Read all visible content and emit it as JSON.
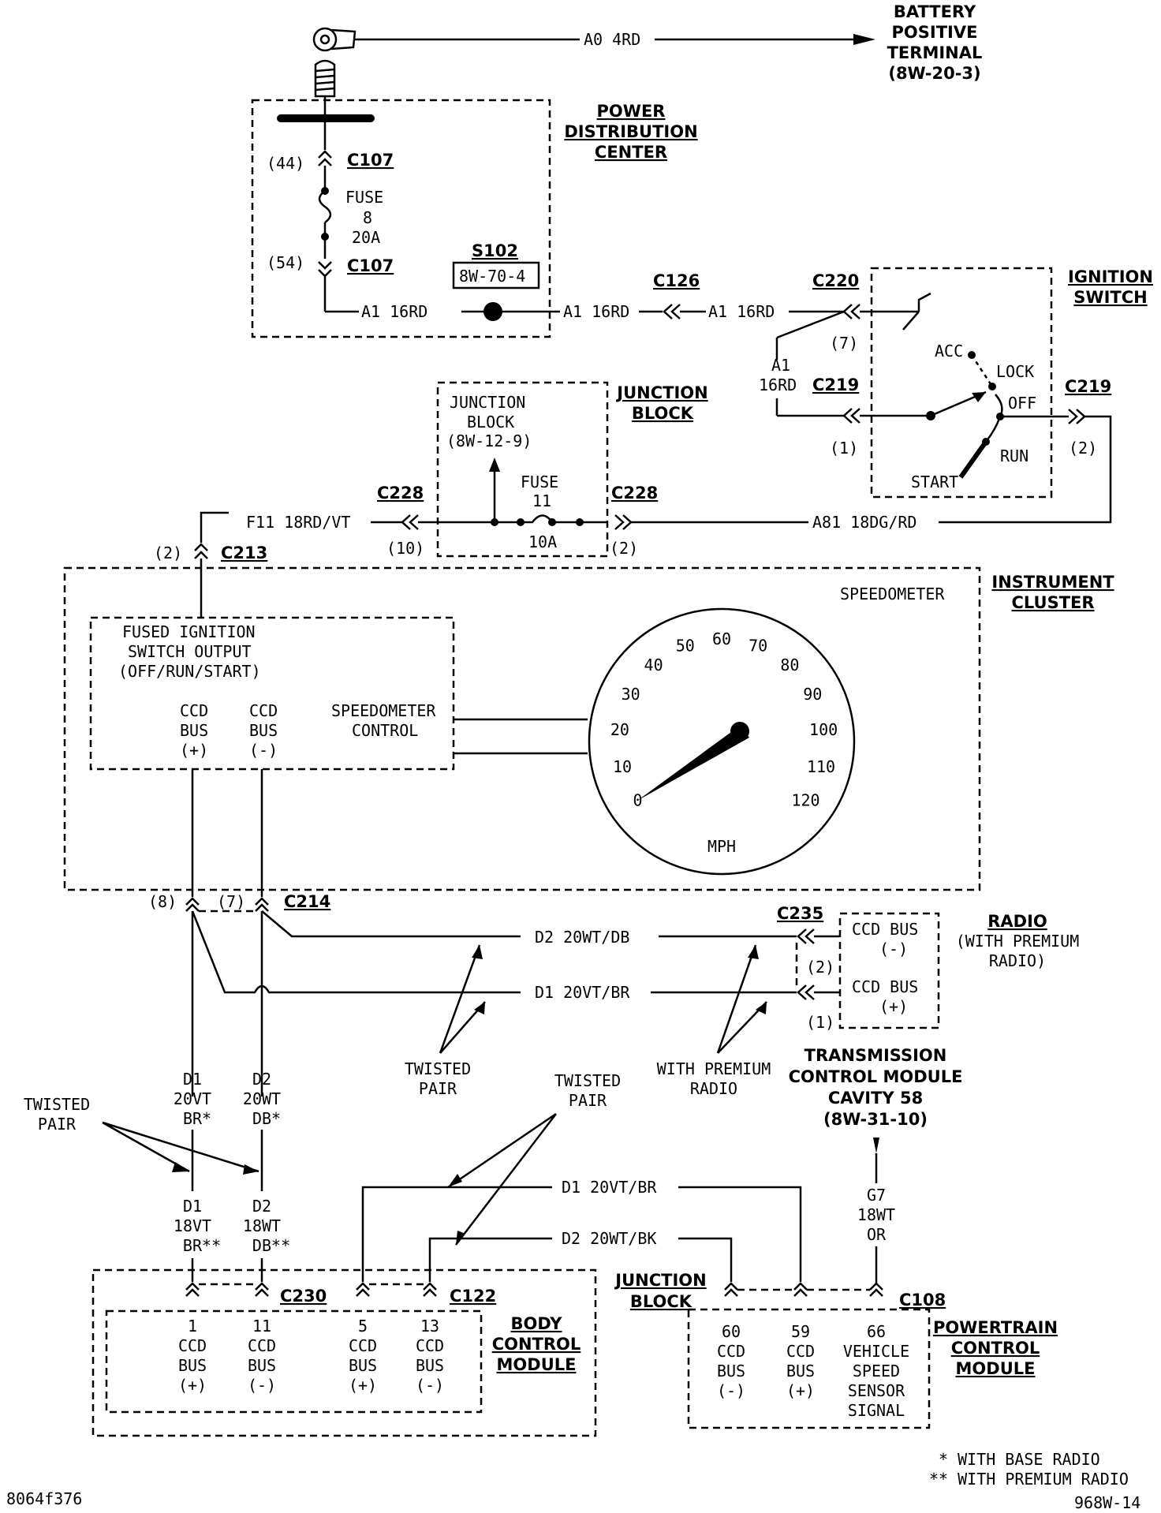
{
  "battery": {
    "l1": "BATTERY",
    "l2": "POSITIVE",
    "l3": "TERMINAL",
    "l4": "(8W-20-3)",
    "wire": "A0  4RD"
  },
  "pdc": {
    "l1": "POWER",
    "l2": "DISTRIBUTION",
    "l3": "CENTER",
    "c107a": "C107",
    "c107b": "C107",
    "pin44": "(44)",
    "pin54": "(54)",
    "fuse1": "FUSE",
    "fuse2": "8",
    "fuse3": "20A",
    "s102": "S102",
    "s102ref": "8W-70-4"
  },
  "wires": {
    "a1a": "A1  16RD",
    "a1b": "A1  16RD",
    "a1c": "A1  16RD",
    "a1d1": "A1",
    "a1d2": "16RD",
    "f11": "F11  18RD/VT",
    "a81": "A81  18DG/RD",
    "d2top": "D2  20WT/DB",
    "d1top": "D1  20VT/BR",
    "d1bot": "D1  20VT/BR",
    "d2bot": "D2  20WT/BK",
    "g7a": "G7",
    "g7b": "18WT",
    "g7c": "OR"
  },
  "connectors": {
    "c126": "C126",
    "c220": "C220",
    "c219a": "C219",
    "c219b": "C219",
    "c228a": "C228",
    "c228b": "C228",
    "c213": "C213",
    "c214": "C214",
    "c235": "C235",
    "c230": "C230",
    "c122": "C122",
    "c108": "C108"
  },
  "pins": {
    "p7": "(7)",
    "p1": "(1)",
    "p2": "(2)",
    "p10": "(10)",
    "p2b": "(2)",
    "p2c": "(2)",
    "p8": "(8)",
    "p7b": "(7)",
    "p2d": "(2)",
    "p1b": "(1)"
  },
  "ignition": {
    "l1": "IGNITION",
    "l2": "SWITCH",
    "acc": "ACC",
    "lock": "LOCK",
    "off": "OFF",
    "run": "RUN",
    "start": "START"
  },
  "junction": {
    "l1": "JUNCTION",
    "l2": "BLOCK",
    "in1": "JUNCTION",
    "in2": "BLOCK",
    "in3": "(8W-12-9)",
    "fuse1": "FUSE",
    "fuse2": "11",
    "fuse3": "10A",
    "bot1": "JUNCTION",
    "bot2": "BLOCK"
  },
  "cluster": {
    "l1": "INSTRUMENT",
    "l2": "CLUSTER",
    "speedo": "SPEEDOMETER",
    "fso1": "FUSED IGNITION",
    "fso2": "SWITCH OUTPUT",
    "fso3": "(OFF/RUN/START)",
    "ccd1": "CCD",
    "ccd2": "BUS",
    "ccd3": "(+)",
    "ccd4": "CCD",
    "ccd5": "BUS",
    "ccd6": "(-)",
    "sc1": "SPEEDOMETER",
    "sc2": "CONTROL",
    "mph": "MPH",
    "ticks": [
      "0",
      "10",
      "20",
      "30",
      "40",
      "50",
      "60",
      "70",
      "80",
      "90",
      "100",
      "110",
      "120"
    ]
  },
  "radio": {
    "l1": "RADIO",
    "l2": "(WITH PREMIUM",
    "l3": "RADIO)",
    "b1": "CCD BUS",
    "b2": "(-)",
    "b3": "CCD BUS",
    "b4": "(+)"
  },
  "tcm": {
    "l1": "TRANSMISSION",
    "l2": "CONTROL MODULE",
    "l3": "CAVITY 58",
    "l4": "(8W-31-10)"
  },
  "labels": {
    "tp1a": "TWISTED",
    "tp1b": "PAIR",
    "tp2a": "TWISTED",
    "tp2b": "PAIR",
    "tp3a": "TWISTED",
    "tp3b": "PAIR",
    "wpr1": "WITH PREMIUM",
    "wpr2": "RADIO",
    "d1a": "D1",
    "d1b": "20VT",
    "d1c": "BR*",
    "d2a": "D2",
    "d2b": "20WT",
    "d2c": "DB*",
    "d1d": "D1",
    "d1e": "18VT",
    "d1f": "BR**",
    "d2d": "D2",
    "d2e": "18WT",
    "d2f": "DB**"
  },
  "bcm": {
    "l1": "BODY",
    "l2": "CONTROL",
    "l3": "MODULE",
    "pins": [
      {
        "n": "1",
        "a": "CCD",
        "b": "BUS",
        "c": "(+)"
      },
      {
        "n": "11",
        "a": "CCD",
        "b": "BUS",
        "c": "(-)"
      },
      {
        "n": "5",
        "a": "CCD",
        "b": "BUS",
        "c": "(+)"
      },
      {
        "n": "13",
        "a": "CCD",
        "b": "BUS",
        "c": "(-)"
      }
    ]
  },
  "pcm": {
    "l1": "POWERTRAIN",
    "l2": "CONTROL",
    "l3": "MODULE",
    "p60": [
      "60",
      "CCD",
      "BUS",
      "(-)"
    ],
    "p59": [
      "59",
      "CCD",
      "BUS",
      "(+)"
    ],
    "p66": [
      "66",
      "VEHICLE",
      "SPEED",
      "SENSOR",
      "SIGNAL"
    ]
  },
  "footer": {
    "n1": "* WITH BASE RADIO",
    "n2": "** WITH PREMIUM RADIO",
    "code1": "8064f376",
    "code2": "968W-14"
  }
}
